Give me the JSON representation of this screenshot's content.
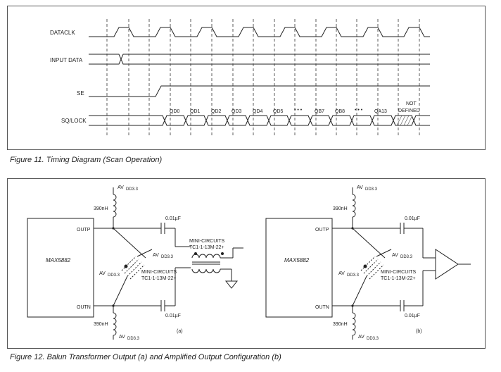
{
  "timing": {
    "signals": {
      "dataclk": "DATACLK",
      "input_data": "INPUT DATA",
      "se": "SE",
      "sq_lock": "SQ/LOCK"
    },
    "sq_values": [
      "QD0",
      "QD1",
      "QD2",
      "QD3",
      "QD4",
      "QD5",
      "QB7",
      "QB8",
      "QA13"
    ],
    "ellipsis": "• • •",
    "not_defined_1": "NOT",
    "not_defined_2": "DEFINED"
  },
  "captions": {
    "fig11": "Figure 11. Timing Diagram (Scan Operation)",
    "fig12": "Figure 12. Balun Transformer Output (a) and Amplified Output Configuration (b)"
  },
  "circuit": {
    "chip": "MAX5882",
    "outp": "OUTP",
    "outn": "OUTN",
    "avdd_main": "AV",
    "avdd_sub": "DD3.3",
    "inductor": "390nH",
    "cap": "0.01µF",
    "mini_1": "MINI-CIRCUITS",
    "mini_2": "TC1-1-13M-22+",
    "label_a": "(a)",
    "label_b": "(b)"
  }
}
